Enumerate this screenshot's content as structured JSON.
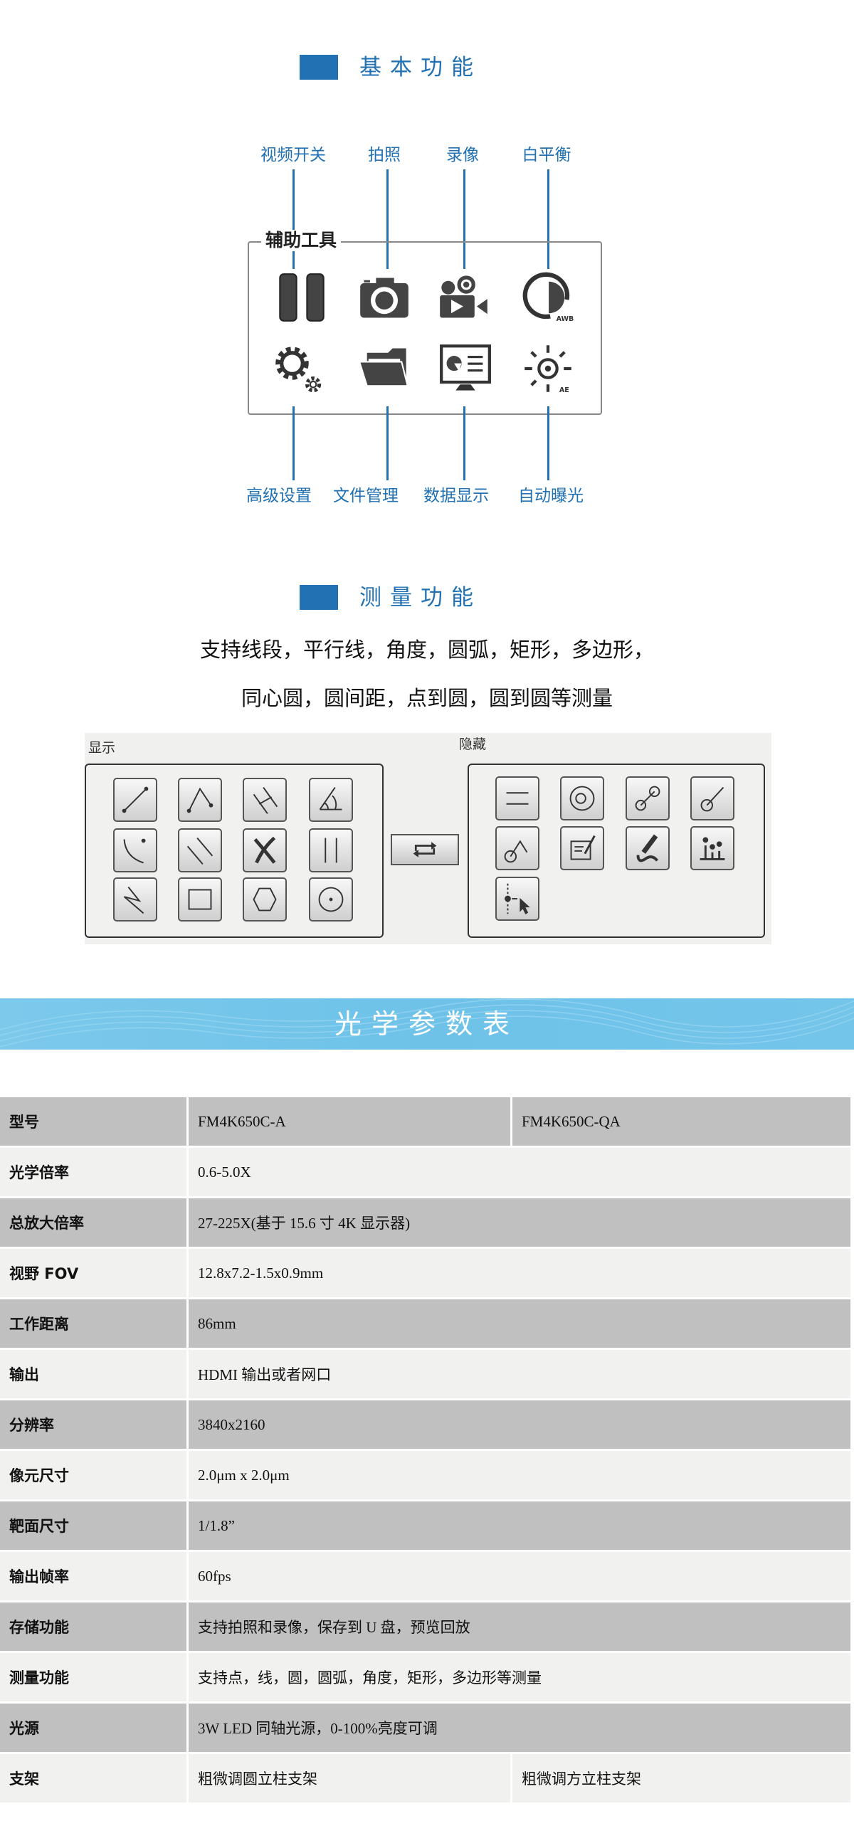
{
  "basic": {
    "title": "基本功能",
    "toolbox_title": "辅助工具",
    "top_labels": [
      "视频开关",
      "拍照",
      "录像",
      "白平衡"
    ],
    "bottom_labels": [
      "高级设置",
      "文件管理",
      "数据显示",
      "自动曝光"
    ],
    "icons": [
      "pause-icon",
      "camera-icon",
      "video-camera-icon",
      "white-balance-icon",
      "settings-gears-icon",
      "folder-icon",
      "data-display-icon",
      "auto-exposure-icon"
    ],
    "awb": "AWB",
    "ae": "AE"
  },
  "measure": {
    "title": "测量功能",
    "desc_line1": "支持线段，平行线，角度，圆弧，矩形，多边形，",
    "desc_line2": "同心圆，圆间距，点到圆，圆到圆等测量",
    "show_label": "显示",
    "hide_label": "隐藏"
  },
  "banner": {
    "title": "光学参数表"
  },
  "colors": {
    "accent": "#2271b3",
    "banner": "#6ec2e8",
    "row_dark": "#c0c0c0",
    "row_light": "#f1f1f0"
  },
  "table": {
    "rows": [
      {
        "label": "型号",
        "values": [
          "FM4K650C-A",
          "FM4K650C-QA"
        ]
      },
      {
        "label": "光学倍率",
        "values": [
          "0.6-5.0X"
        ]
      },
      {
        "label": "总放大倍率",
        "values": [
          "27-225X(基于 15.6 寸 4K 显示器)"
        ]
      },
      {
        "label": "视野 FOV",
        "values": [
          "12.8x7.2-1.5x0.9mm"
        ]
      },
      {
        "label": "工作距离",
        "values": [
          "86mm"
        ]
      },
      {
        "label": "输出",
        "values": [
          "HDMI 输出或者网口"
        ]
      },
      {
        "label": "分辨率",
        "values": [
          "3840x2160"
        ]
      },
      {
        "label": "像元尺寸",
        "values": [
          "2.0μm x 2.0μm"
        ]
      },
      {
        "label": "靶面尺寸",
        "values": [
          "1/1.8”"
        ]
      },
      {
        "label": "输出帧率",
        "values": [
          "60fps"
        ]
      },
      {
        "label": "存储功能",
        "values": [
          "支持拍照和录像，保存到 U 盘，预览回放"
        ]
      },
      {
        "label": "测量功能",
        "values": [
          "支持点，线，圆，圆弧，角度，矩形，多边形等测量"
        ]
      },
      {
        "label": "光源",
        "values": [
          "3W LED 同轴光源，0-100%亮度可调"
        ]
      },
      {
        "label": "支架",
        "values": [
          "粗微调圆立柱支架",
          "粗微调方立柱支架"
        ]
      }
    ]
  }
}
